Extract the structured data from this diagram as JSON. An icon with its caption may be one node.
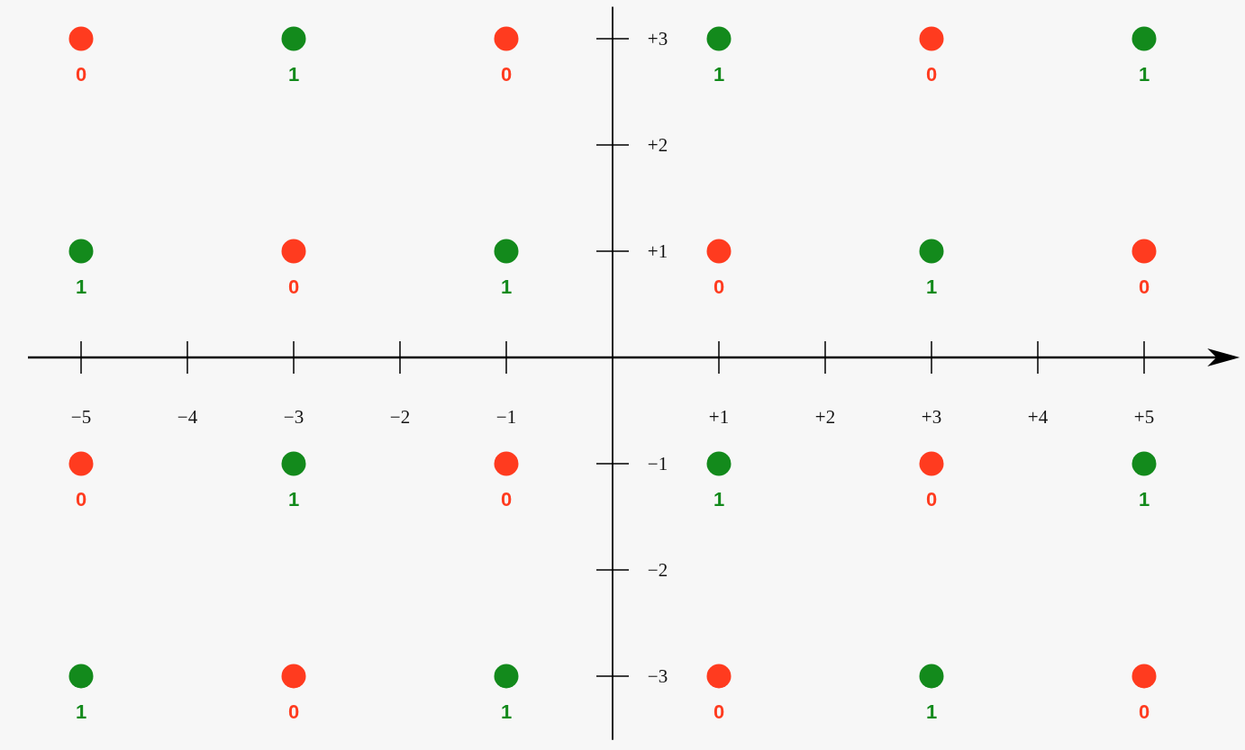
{
  "diagram": {
    "chart_data": {
      "type": "scatter",
      "x": [
        -5,
        -3,
        -1,
        1,
        3,
        5,
        -5,
        -3,
        -1,
        1,
        3,
        5,
        -5,
        -3,
        -1,
        1,
        3,
        5,
        -5,
        -3,
        -1,
        1,
        3,
        5
      ],
      "xlim": [
        -5.5,
        5.9
      ],
      "ylim": [
        -3.6,
        3.3
      ],
      "xticks": [
        {
          "value": -5,
          "label": "−5"
        },
        {
          "value": -4,
          "label": "−4"
        },
        {
          "value": -3,
          "label": "−3"
        },
        {
          "value": -2,
          "label": "−2"
        },
        {
          "value": -1,
          "label": "−1"
        },
        {
          "value": 1,
          "label": "+1"
        },
        {
          "value": 2,
          "label": "+2"
        },
        {
          "value": 3,
          "label": "+3"
        },
        {
          "value": 4,
          "label": "+4"
        },
        {
          "value": 5,
          "label": "+5"
        }
      ],
      "yticks": [
        {
          "value": 3,
          "label": "+3"
        },
        {
          "value": 2,
          "label": "+2"
        },
        {
          "value": 1,
          "label": "+1"
        },
        {
          "value": -1,
          "label": "−1"
        },
        {
          "value": -2,
          "label": "−2"
        },
        {
          "value": -3,
          "label": "−3"
        }
      ],
      "series": [
        {
          "color": "#ff3b1f",
          "values": [
            3,
            null,
            3,
            null,
            3,
            null,
            null,
            1,
            null,
            1,
            null,
            1,
            -1,
            null,
            -1,
            null,
            -1,
            null,
            null,
            -3,
            null,
            -3,
            null,
            -3
          ]
        },
        {
          "color": "#138a1c",
          "values": [
            null,
            3,
            null,
            3,
            null,
            3,
            1,
            null,
            1,
            null,
            1,
            null,
            null,
            -1,
            null,
            -1,
            null,
            -1,
            -3,
            null,
            -3,
            null,
            -3,
            null
          ]
        }
      ],
      "value_labels": [
        [
          "0",
          null,
          "0",
          null,
          "0",
          null,
          null,
          "0",
          null,
          "0",
          null,
          "0",
          "0",
          null,
          "0",
          null,
          "0",
          null,
          null,
          "0",
          null,
          "0",
          null,
          "0"
        ],
        [
          null,
          "1",
          null,
          "1",
          null,
          "1",
          "1",
          null,
          "1",
          null,
          "1",
          null,
          null,
          "1",
          null,
          "1",
          null,
          "1",
          "1",
          null,
          "1",
          null,
          "1",
          null
        ]
      ]
    }
  }
}
